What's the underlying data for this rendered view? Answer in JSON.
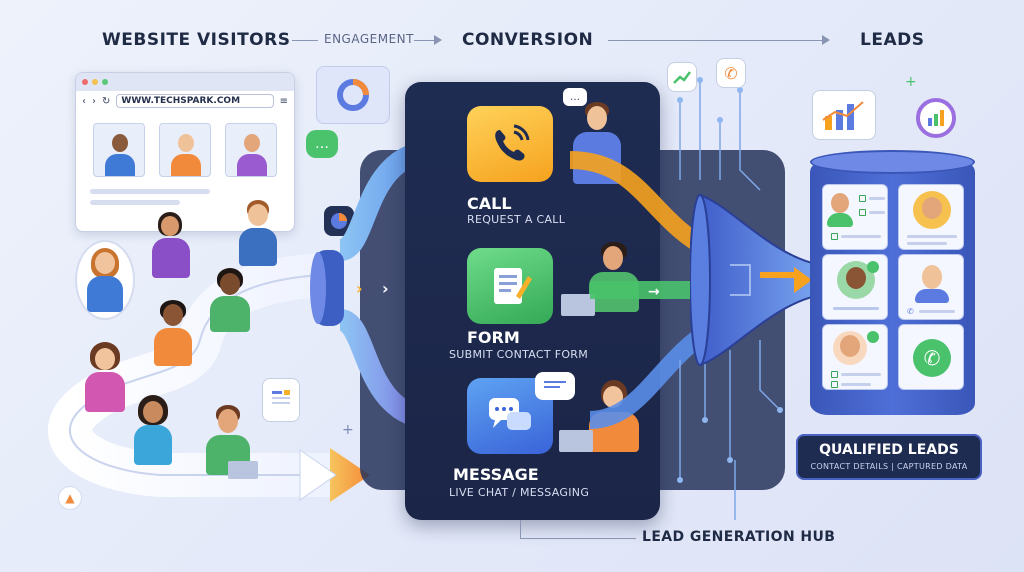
{
  "stages": {
    "visitors": "WEBSITE VISITORS",
    "engagement": "ENGAGEMENT",
    "conversion": "CONVERSION",
    "leads": "LEADS"
  },
  "browser": {
    "url": "WWW.TECHSPARK.COM",
    "nav_back": "‹",
    "nav_forward": "›",
    "nav_reload": "↻",
    "nav_menu": "≡"
  },
  "channels": [
    {
      "title": "CALL",
      "subtitle": "REQUEST A CALL",
      "icon": "phone-icon"
    },
    {
      "title": "FORM",
      "subtitle": "SUBMIT CONTACT FORM",
      "icon": "form-icon"
    },
    {
      "title": "MESSAGE",
      "subtitle": "LIVE CHAT / MESSAGING",
      "icon": "chat-icon"
    }
  ],
  "qualified": {
    "title": "QUALIFIED LEADS",
    "subtitle": "CONTACT DETAILS | CAPTURED DATA"
  },
  "hub_label": "LEAD GENERATION HUB",
  "colors": {
    "call": "#f6b02a",
    "form": "#49c26b",
    "message": "#4a74e0",
    "hub": "#1f2c52",
    "leads": "#4f6fd8"
  }
}
